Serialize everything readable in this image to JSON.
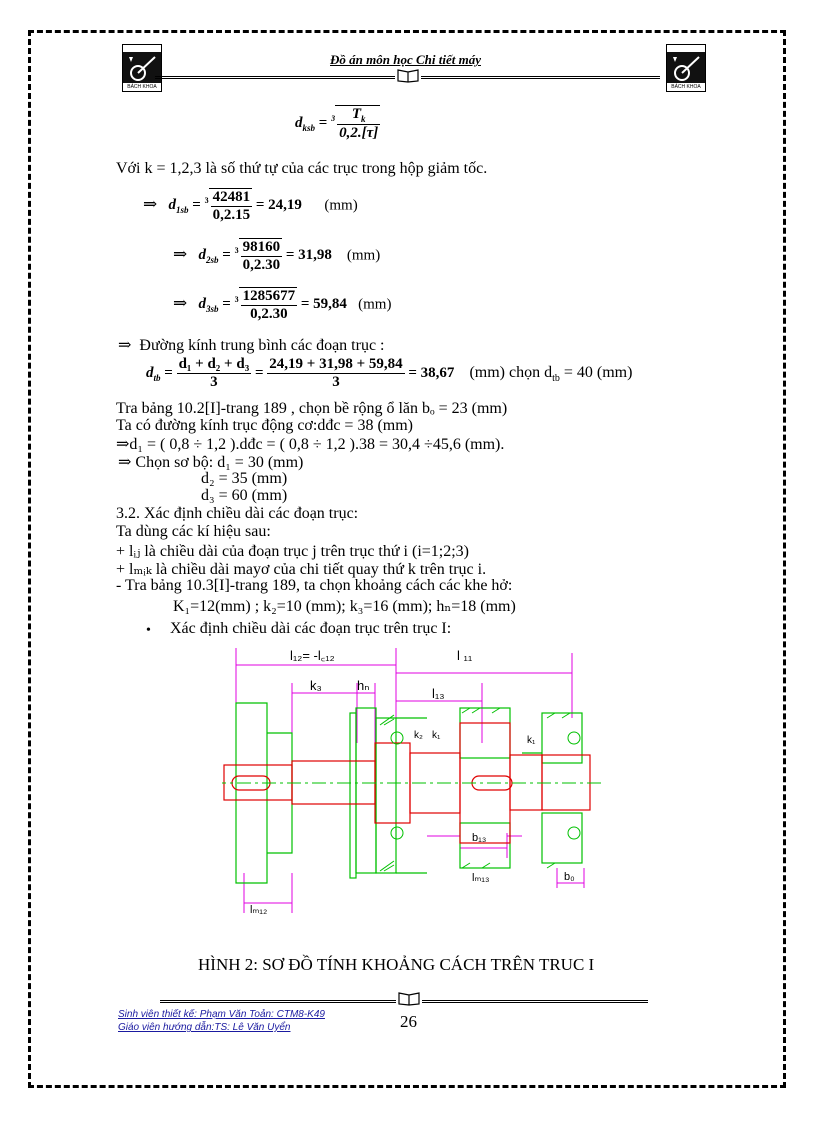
{
  "header": {
    "title": "Đồ án môn học Chi tiết máy",
    "logo_caption": "BÁCH KHOA"
  },
  "formula_general": {
    "lhs": "d",
    "sub": "ksb",
    "num": "T",
    "num_sub": "k",
    "den": "0,2.[τ]",
    "root_index": "3"
  },
  "text_k": "Với k = 1,2,3 là số thứ tự của các trục trong hộp giảm tốc.",
  "d1": {
    "arrow": "⇒",
    "lhs": "d",
    "sub": "1sb",
    "num": "42481",
    "den": "0,2.15",
    "result": "= 24,19",
    "unit": "(mm)"
  },
  "d2": {
    "arrow": "⇒",
    "lhs": "d",
    "sub": "2sb",
    "num": "98160",
    "den": "0,2.30",
    "result": "= 31,98",
    "unit": "(mm)"
  },
  "d3": {
    "arrow": "⇒",
    "lhs": "d",
    "sub": "3sb",
    "num": "1285677",
    "den": "0,2.30",
    "result": "= 59,84",
    "unit": "(mm)"
  },
  "avg_heading": {
    "arrow": "⇒",
    "text": "Đường kính trung bình các đoạn trục :"
  },
  "avg_formula": {
    "lhs": "d",
    "sub": "tb",
    "num1": "d₁ + d₂ + d₃",
    "den1": "3",
    "num2": "24,19 + 31,98 + 59,84",
    "den2": "3",
    "result": "= 38,67",
    "tail": "(mm)  chọn d",
    "tail_sub": "tb",
    "tail_end": " = 40 (mm)"
  },
  "lines": [
    "Tra bảng 10.2[I]-trang 189 , chọn bề rộng ổ lăn bₒ = 23 (mm)",
    "Ta có đường kính trục động cơ:dđc = 38 (mm)",
    "⇒d₁ = ( 0,8 ÷ 1,2 ).dđc = ( 0,8 ÷ 1,2 ).38 = 30,4 ÷45,6 (mm).",
    "⇒ Chọn sơ bộ: d₁ = 30 (mm)",
    "d₂ = 35 (mm)",
    "d₃ = 60 (mm)",
    "3.2. Xác định chiều dài các đoạn trục:",
    "Ta dùng các kí hiệu sau:",
    "+ lᵢⱼ là chiều dài của đoạn trục j trên trục thứ i (i=1;2;3)",
    "+ lₘᵢₖ là chiều dài mayơ của chi tiết quay thứ k trên trục i.",
    "- Tra bảng 10.3[I]-trang 189, ta chọn khoảng cách các khe hở:",
    "K₁=12(mm) ;     k₂=10 (mm);     k₃=16 (mm);     hₙ=18 (mm)",
    "Xác định chiều dài các đoạn trục trên trục I:"
  ],
  "bullet_symbol": "•",
  "diagram_labels": {
    "l12": "l₁₂= -l꜀₁₂",
    "l11": "l ₁₁",
    "k3": "k₃",
    "hn": "hₙ",
    "l13": "l₁₃",
    "k2": "k₂",
    "k1a": "k₁",
    "k1b": "k₁",
    "bn": "b₁₃",
    "lm13": "lₘ₁₃",
    "b0": "b₀",
    "lm12": "lₘ₁₂"
  },
  "figure_caption": "HÌNH 2: SƠ ĐỒ TÍNH KHOẢNG CÁCH TRÊN TRUC I",
  "footer": {
    "student": "Sinh viên thiết kế: Phạm Văn Toản: CTM8-K49",
    "teacher": "Giáo viên hướng  dẫn:TS: Lê Văn Uyển",
    "page": "26"
  },
  "colors": {
    "magenta": "#e000e0",
    "green": "#00c000",
    "red": "#e00000",
    "link": "#1a1aa0"
  }
}
